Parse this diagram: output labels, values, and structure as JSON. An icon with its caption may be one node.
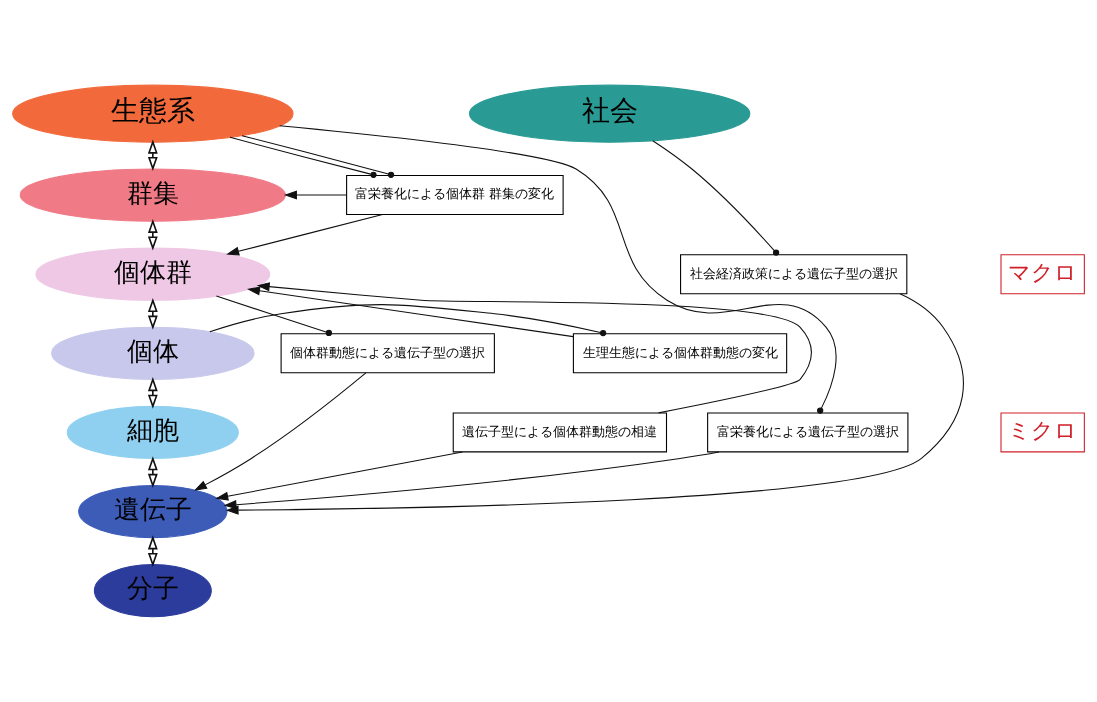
{
  "diagram": {
    "nodes": [
      {
        "text": [
          "生態系"
        ]
      },
      {
        "text": [
          "社会"
        ]
      },
      {
        "text": [
          "群集"
        ]
      },
      {
        "text": [
          "個体群"
        ]
      },
      {
        "text": [
          "個体"
        ]
      },
      {
        "text": [
          "細胞"
        ]
      },
      {
        "text": [
          "遺伝子"
        ]
      },
      {
        "text": [
          "分子"
        ]
      },
      {
        "text": [
          "富栄養化による個体群 群集の変化"
        ]
      },
      {
        "text": [
          "個体群動態による遺伝子型の選択"
        ]
      },
      {
        "text": [
          "富栄養化による遺伝子型の選択"
        ]
      },
      {
        "text": [
          "社会経済政策による遺伝子型の選択"
        ]
      },
      {
        "text": [
          "生理生態による個体群動態の変化"
        ]
      },
      {
        "text": [
          "遺伝子型による個体群動態の相違"
        ]
      },
      {
        "text": [
          "マクロ"
        ]
      },
      {
        "text": [
          "ミクロ"
        ]
      }
    ],
    "edges": [
      {
        "from": 0,
        "to": 2,
        "arrow": "both"
      },
      {
        "from": 2,
        "to": 3,
        "arrow": "both"
      },
      {
        "from": 3,
        "to": 4,
        "arrow": "both"
      },
      {
        "from": 4,
        "to": 5,
        "arrow": "both"
      },
      {
        "from": 5,
        "to": 6,
        "arrow": "both"
      },
      {
        "from": 6,
        "to": 7,
        "arrow": "both"
      },
      {
        "from": 0,
        "to": 8,
        "arrow": "other"
      },
      {
        "from": 0,
        "to": 8,
        "arrow": "other"
      },
      {
        "from": 8,
        "to": 2,
        "arrow": "to"
      },
      {
        "from": 8,
        "to": 3,
        "arrow": "to"
      },
      {
        "from": 0,
        "to": 10,
        "arrow": "other"
      },
      {
        "from": 10,
        "to": 6,
        "arrow": "to"
      },
      {
        "from": 3,
        "to": 9,
        "arrow": "other"
      },
      {
        "from": 9,
        "to": 6,
        "arrow": "to"
      },
      {
        "from": 1,
        "to": 11,
        "arrow": "other"
      },
      {
        "from": 11,
        "to": 6,
        "arrow": "to"
      },
      {
        "from": 4,
        "to": 12,
        "arrow": "other"
      },
      {
        "from": 12,
        "to": 3,
        "arrow": "to"
      },
      {
        "from": 13,
        "to": 3,
        "arrow": "to"
      },
      {
        "from": 13,
        "to": 6,
        "arrow": "to"
      }
    ]
  }
}
